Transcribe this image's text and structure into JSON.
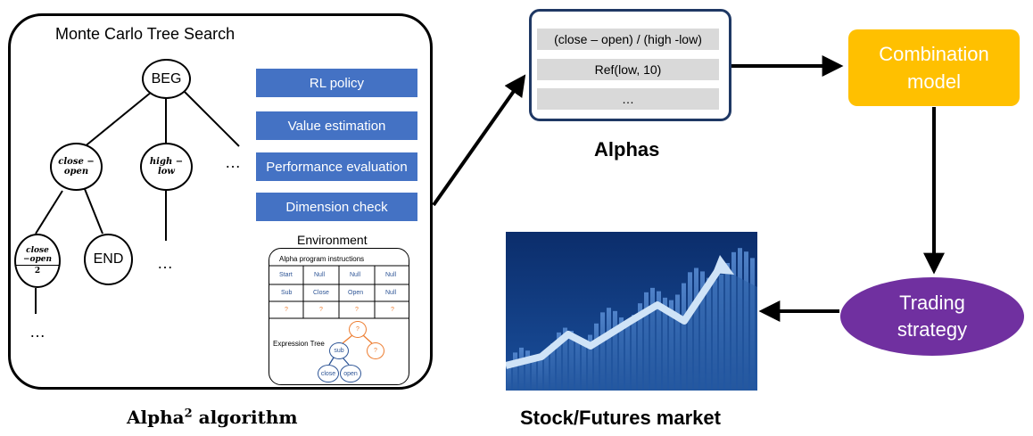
{
  "mcts": {
    "title": "Monte Carlo Tree Search",
    "root": "BEG",
    "child_left": "close − open",
    "child_mid": "high − low",
    "leaf_frac_num": "close −open",
    "leaf_frac_den": "2",
    "leaf_end": "END",
    "ellipsis": "…"
  },
  "buttons": [
    "RL policy",
    "Value estimation",
    "Performance evaluation",
    "Dimension check"
  ],
  "environment": {
    "title": "Environment",
    "instructions_title": "Alpha program instructions",
    "grid": [
      [
        "Start",
        "Null",
        "Null",
        "Null"
      ],
      [
        "Sub",
        "Close",
        "Open",
        "Null"
      ],
      [
        "?",
        "?",
        "?",
        "?"
      ]
    ],
    "expression_label": "Expression Tree",
    "tree": {
      "root": "?",
      "left": "sub",
      "right": "?",
      "left_left": "close",
      "left_right": "open"
    }
  },
  "alphas": {
    "rows": [
      "(close – open) / (high -low)",
      "Ref(low, 10)",
      "…"
    ],
    "label": "Alphas"
  },
  "combination": {
    "line1": "Combination",
    "line2": "model"
  },
  "trading": {
    "line1": "Trading",
    "line2": "strategy"
  },
  "captions": {
    "left_main": "Alpha",
    "left_sup": "2",
    "left_rest": " algorithm",
    "right": "Stock/Futures market"
  },
  "colors": {
    "button_blue": "#4472c4",
    "combination_yellow": "#ffc000",
    "trading_purple": "#7030a0",
    "alphas_border": "#1f3864",
    "alpha_row_gray": "#d9d9d9",
    "tree_blue": "#2e5596",
    "tree_orange": "#ed7d31"
  }
}
